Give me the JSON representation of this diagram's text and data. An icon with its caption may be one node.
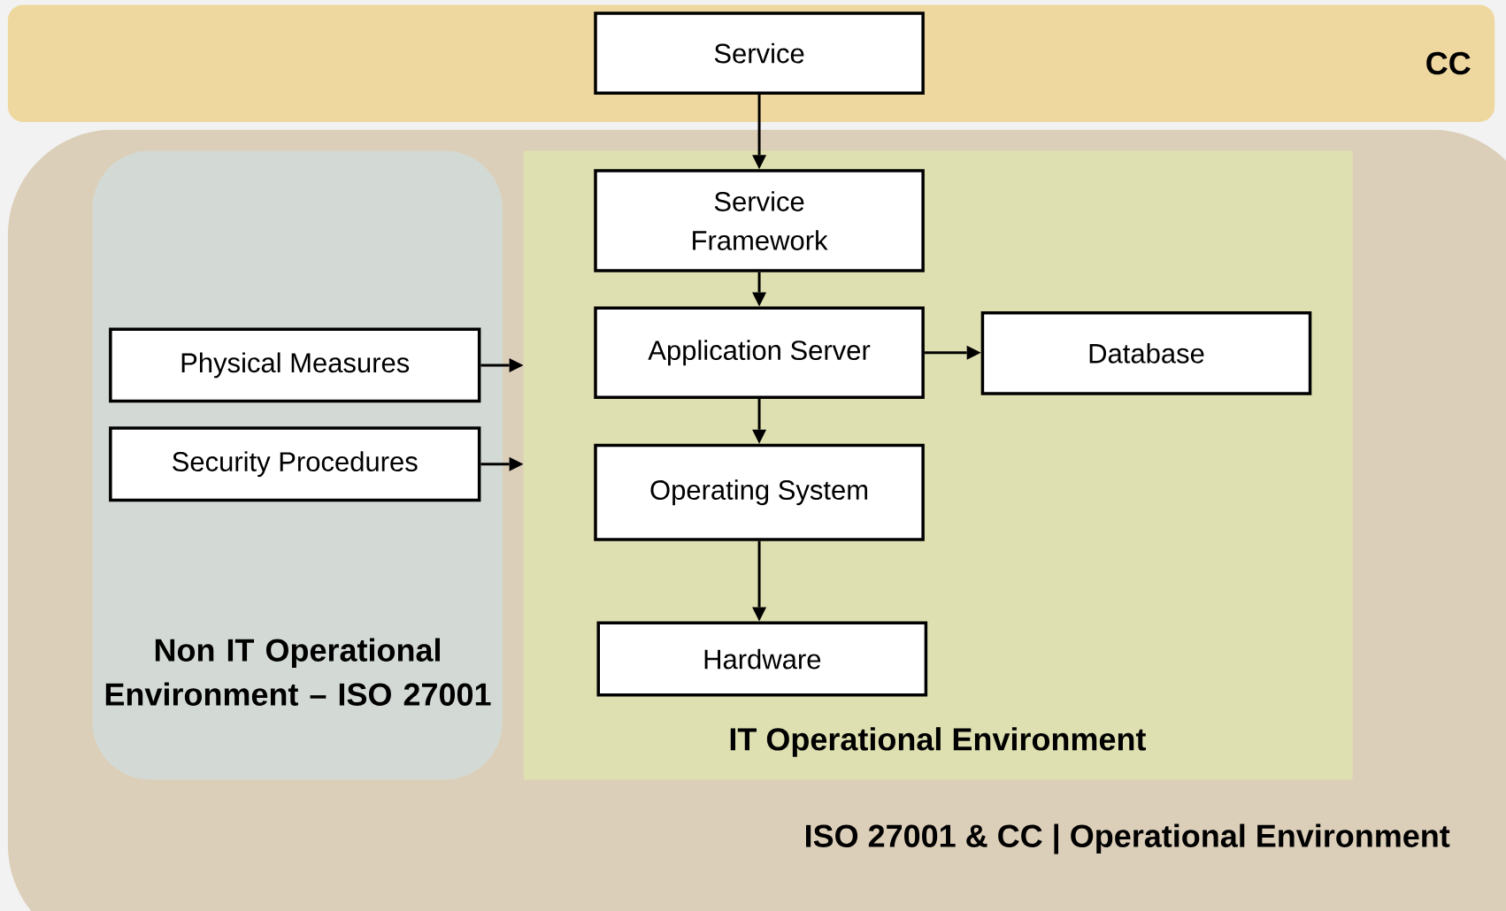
{
  "diagram": {
    "nodes": [
      {
        "text": [
          "CC"
        ]
      },
      {
        "text": [
          "Service"
        ],
        "in": 0
      },
      {
        "text": [
          "ISO 27001 & CC | Operational Environment"
        ]
      },
      {
        "text": [
          "Non IT Operational Environment – ISO 27001"
        ],
        "in": 2
      },
      {
        "text": [
          "Physical Measures"
        ],
        "in": 3
      },
      {
        "text": [
          "Security Procedures"
        ],
        "in": 3
      },
      {
        "text": [
          "IT Operational Environment"
        ],
        "in": 2
      },
      {
        "text": [
          "Service Framework"
        ],
        "in": 6
      },
      {
        "text": [
          "Application Server"
        ],
        "in": 6
      },
      {
        "text": [
          "Database"
        ],
        "in": 6
      },
      {
        "text": [
          "Operating System"
        ],
        "in": 6
      },
      {
        "text": [
          "Hardware"
        ],
        "in": 6
      }
    ],
    "edges": [
      {
        "from": 1,
        "to": 7,
        "arrow": "to"
      },
      {
        "from": 7,
        "to": 8,
        "arrow": "to"
      },
      {
        "from": 8,
        "to": 9,
        "arrow": "to"
      },
      {
        "from": 8,
        "to": 10,
        "arrow": "to"
      },
      {
        "from": 10,
        "to": 11,
        "arrow": "to"
      },
      {
        "from": 4,
        "to": 6,
        "arrow": "to"
      },
      {
        "from": 5,
        "to": 6,
        "arrow": "to"
      }
    ]
  }
}
